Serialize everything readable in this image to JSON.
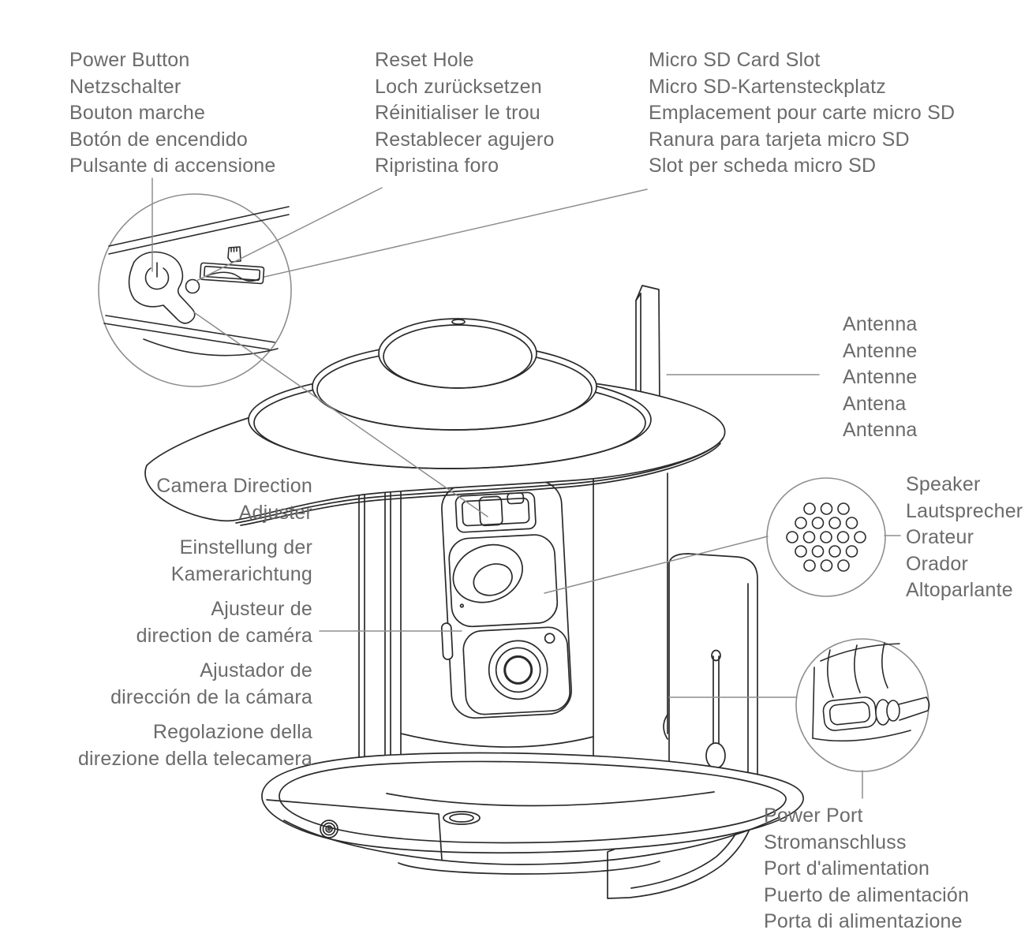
{
  "figure": {
    "title": "Bird feeder camera parts diagram"
  },
  "colors": {
    "background": "#ffffff",
    "label_text": "#6b6b6b",
    "device_line": "#2a2a2a",
    "callout_line": "#8e8e8e"
  },
  "labels": {
    "power_button": {
      "lines": [
        "Power Button",
        "Netzschalter",
        "Bouton marche",
        "Botón de encendido",
        "Pulsante di accensione"
      ]
    },
    "reset_hole": {
      "lines": [
        "Reset Hole",
        "Loch zurücksetzen",
        "Réinitialiser le trou",
        "Restablecer agujero",
        "Ripristina foro"
      ]
    },
    "micro_sd_card_slot": {
      "lines": [
        "Micro SD Card Slot",
        "Micro SD-Kartensteckplatz",
        "Emplacement pour carte micro SD",
        "Ranura para tarjeta micro SD",
        "Slot per scheda micro SD"
      ]
    },
    "antenna": {
      "lines": [
        "Antenna",
        "Antenne",
        "Antenne",
        "Antena",
        "Antenna"
      ]
    },
    "speaker": {
      "lines": [
        "Speaker",
        "Lautsprecher",
        "Orateur",
        "Orador",
        "Altoparlante"
      ]
    },
    "camera_direction_adjuster": {
      "lines": [
        "Camera Direction",
        "Adjuster",
        "Einstellung der",
        "Kamerarichtung",
        "Ajusteur de",
        "direction de caméra",
        "Ajustador de",
        "dirección de la cámara",
        "Regolazione della",
        "direzione della telecamera"
      ]
    },
    "power_port": {
      "lines": [
        "Power Port",
        "Stromanschluss",
        "Port d'alimentation",
        "Puerto de alimentación",
        "Porta di alimentazione"
      ]
    }
  }
}
